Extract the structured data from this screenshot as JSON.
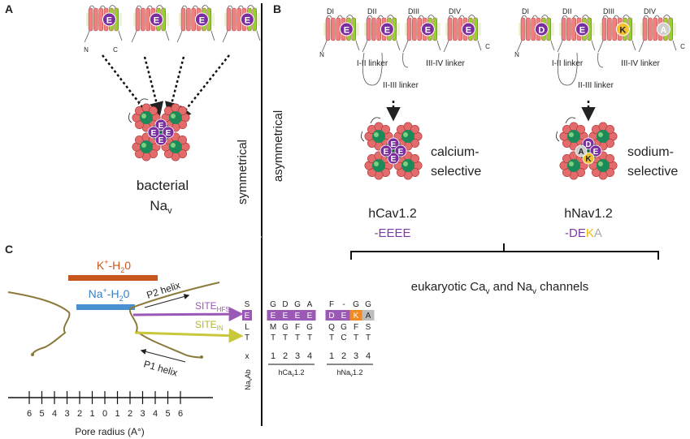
{
  "colors": {
    "purple": "#7a3aa8",
    "glutamate_fill": "#7b2f9e",
    "orange_box": "#f08a24",
    "k_bar": "#c8561c",
    "na_bar": "#4a90d0",
    "site_hfs": "#9b59b6",
    "site_in": "#c8c83a",
    "helix_pink": "#f07f7f",
    "helix_green": "#9acd32",
    "pore_line": "#8b7a3a"
  },
  "panel_a": {
    "letter": "A",
    "subunit_residue": "E",
    "n_label": "N",
    "c_label": "C",
    "center_residues": [
      "E",
      "E",
      "E",
      "E"
    ],
    "caption_line1": "bacterial",
    "caption_line2": "Na",
    "caption_sub": "v",
    "vertical_label": "symmetrical"
  },
  "panel_b": {
    "letter": "B",
    "vertical_label": "asymmetrical",
    "domains": [
      "DI",
      "DII",
      "DIII",
      "DIV"
    ],
    "n_label": "N",
    "c_label": "C",
    "linker_1_2": "I-II linker",
    "linker_2_3": "II-III linker",
    "linker_3_4": "III-IV linker",
    "cav": {
      "residues": [
        "E",
        "E",
        "E",
        "E"
      ],
      "center_residues": [
        "E",
        "E",
        "E",
        "E"
      ],
      "selectivity_line1": "calcium-",
      "selectivity_line2": "selective",
      "name": "hCav1.2",
      "motif_prefix": "-",
      "motif": [
        "E",
        "E",
        "E",
        "E"
      ]
    },
    "nav": {
      "residues": [
        "D",
        "E",
        "K",
        "A"
      ],
      "center_residues": [
        "D",
        "E",
        "K",
        "A"
      ],
      "selectivity_line1": "sodium-",
      "selectivity_line2": "selective",
      "name": "hNav1.2",
      "motif_prefix": "-",
      "motif": [
        "D",
        "E",
        "K",
        "A"
      ]
    },
    "group_label": "eukaryotic Ca",
    "group_sub1": "v",
    "group_mid": " and Na",
    "group_sub2": "v",
    "group_tail": " channels"
  },
  "panel_c": {
    "letter": "C",
    "k_label": "K",
    "k_sup": "+",
    "k_tail": "-H",
    "k_sub": "2",
    "k_end": "0",
    "na_label": "Na",
    "na_sup": "+",
    "na_tail": "-H",
    "na_sub": "2",
    "na_end": "0",
    "p2_helix": "P2 helix",
    "p1_helix": "P1 helix",
    "site_hfs": "SITE",
    "site_hfs_sub": "HFS",
    "site_in": "SITE",
    "site_in_sub": "IN",
    "axis_ticks": [
      "6",
      "5",
      "4",
      "3",
      "2",
      "1",
      "0",
      "1",
      "2",
      "3",
      "4",
      "5",
      "6"
    ],
    "axis_label": "Pore radius (A°)",
    "navab": {
      "col": [
        "S",
        "E",
        "L",
        "T"
      ],
      "x": "x",
      "label": "Na",
      "label_sub": "v",
      "label_tail": "Ab"
    },
    "hcav": {
      "rows": [
        [
          "G",
          "D",
          "G",
          "A"
        ],
        [
          "E",
          "E",
          "E",
          "E"
        ],
        [
          "M",
          "G",
          "F",
          "G"
        ],
        [
          "T",
          "T",
          "T",
          "T"
        ]
      ],
      "numbers": [
        "1",
        "2",
        "3",
        "4"
      ],
      "label": "hCa",
      "label_sub": "v",
      "label_tail": "1.2"
    },
    "hnav": {
      "rows": [
        [
          "F",
          "-",
          "G",
          "G"
        ],
        [
          "D",
          "E",
          "K",
          "A"
        ],
        [
          "Q",
          "G",
          "F",
          "S"
        ],
        [
          "T",
          "C",
          "T",
          "T"
        ]
      ],
      "numbers": [
        "1",
        "2",
        "3",
        "4"
      ],
      "label": "hNa",
      "label_sub": "v",
      "label_tail": "1.2"
    }
  }
}
